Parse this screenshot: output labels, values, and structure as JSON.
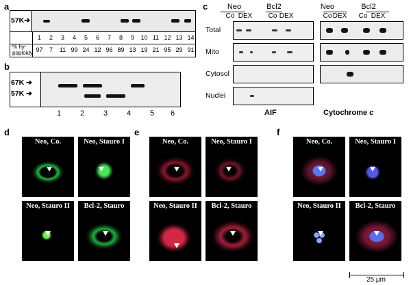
{
  "panel_a": {
    "label": "a",
    "marker": "57K",
    "lanes": [
      "1",
      "2",
      "3",
      "4",
      "5",
      "6",
      "7",
      "8",
      "9",
      "10",
      "11",
      "12",
      "13",
      "14"
    ],
    "row_label_line1": "% hy-",
    "row_label_line2": "poploidy",
    "hypoploidy": [
      "97",
      "7",
      "11",
      "99",
      "24",
      "12",
      "96",
      "89",
      "13",
      "19",
      "21",
      "95",
      "29",
      "91"
    ]
  },
  "panel_b": {
    "label": "b",
    "marker_top": "67K",
    "marker_bottom": "57K",
    "lanes": [
      "1",
      "2",
      "3",
      "4",
      "5",
      "6"
    ]
  },
  "panel_c": {
    "label": "c",
    "groups": [
      "Neo",
      "Bcl2",
      "Neo",
      "Bcl2"
    ],
    "conditions": [
      "Co",
      "DEX",
      "Co",
      "DEX",
      "Co",
      "DEX",
      "Co",
      "DEX"
    ],
    "rows": [
      "Total",
      "Mito",
      "Cytosol",
      "Nuclei"
    ],
    "left_title": "AIF",
    "right_title_main": "Cytochrome",
    "right_title_italic": "c"
  },
  "panel_d": {
    "label": "d",
    "captions": [
      "Neo, Co.",
      "Neo, Stauro I",
      "Neo, Stauro II",
      "Bcl-2, Stauro"
    ]
  },
  "panel_e": {
    "label": "e",
    "captions": [
      "Neo, Co.",
      "Neo, Stauro I",
      "Neo, Stauro II",
      "Bcl-2, Stauro"
    ]
  },
  "panel_f": {
    "label": "f",
    "captions": [
      "Neo, Co.",
      "Neo, Stauro I",
      "Neo, Stauro II",
      "Bcl-2, Stauro"
    ],
    "scale_bar": "25 μm"
  },
  "colors": {
    "aif_green": "#2fd04a",
    "aif_red": "#b0203a",
    "dapi_blue": "#3a48d8"
  }
}
